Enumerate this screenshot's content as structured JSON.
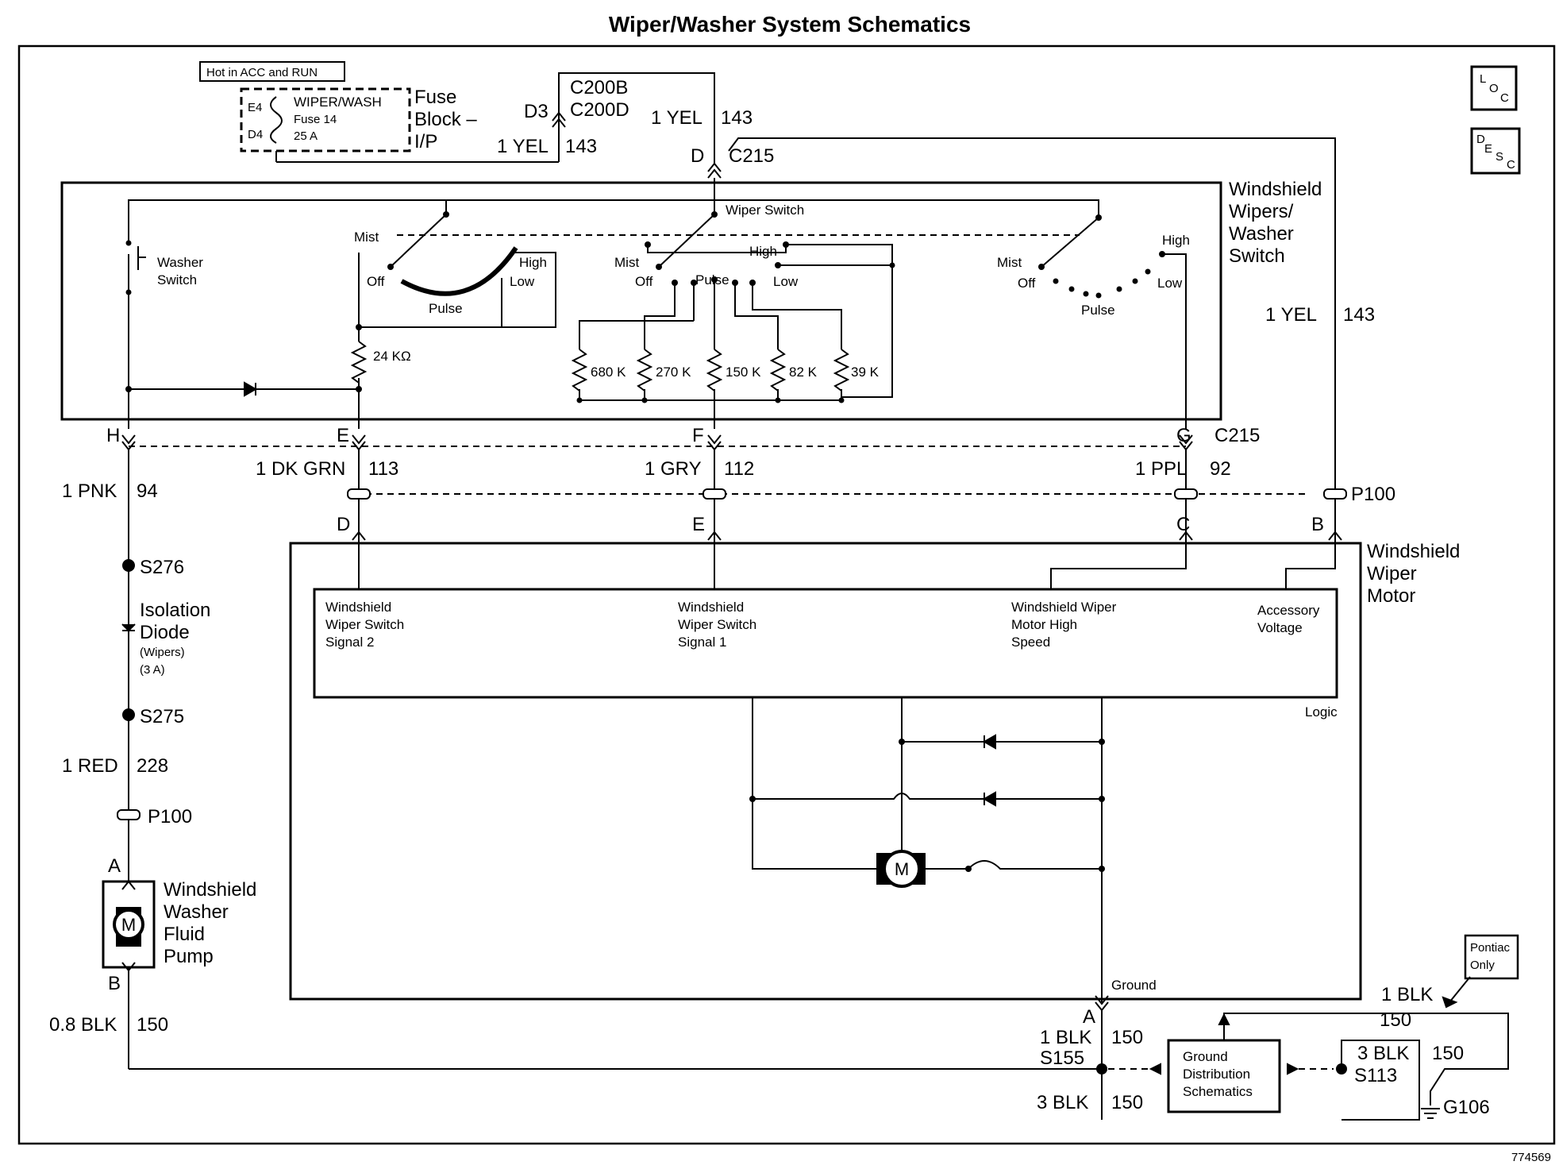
{
  "title": "Wiper/Washer System Schematics",
  "figure_id": "774569",
  "icons": {
    "loc": [
      "L",
      "O",
      "C"
    ],
    "desc": [
      "D",
      "E",
      "S",
      "C"
    ]
  },
  "fuse_block": {
    "hot_label": "Hot in ACC and RUN",
    "pin_e4": "E4",
    "pin_d4": "D4",
    "fuse_name": "WIPER/WASH",
    "fuse_num": "Fuse 14",
    "fuse_amp": "25 A",
    "block_line1": "Fuse",
    "block_line2": "Block –",
    "block_line3": "I/P"
  },
  "c200": {
    "conn1": "C200B",
    "conn2": "C200D",
    "pin_d3": "D3",
    "wire_color_left": "1 YEL",
    "wire_num_left": "143",
    "wire_color_right": "1 YEL",
    "wire_num_right": "143"
  },
  "c215": {
    "pin_d": "D",
    "name": "C215",
    "pin_h": "H",
    "pin_e": "E",
    "pin_f": "F",
    "pin_g": "G",
    "name_g": "C215"
  },
  "switch_assembly": {
    "name1": "Windshield",
    "name2": "Wipers/",
    "name3": "Washer",
    "name4": "Switch",
    "wiper_switch": "Wiper Switch",
    "washer1": "Washer",
    "washer2": "Switch",
    "mist": "Mist",
    "off": "Off",
    "pulse": "Pulse",
    "high": "High",
    "low": "Low",
    "r_24k": "24 KΩ",
    "r_680": "680 K",
    "r_270": "270 K",
    "r_150": "150 K",
    "r_82": "82 K",
    "r_39": "39 K"
  },
  "wires": {
    "w_h_color": "1 PNK",
    "w_h_num": "94",
    "w_e_color": "1 DK GRN",
    "w_e_num": "113",
    "w_f_color": "1 GRY",
    "w_f_num": "112",
    "w_g_color": "1 PPL",
    "w_g_num": "92",
    "w_right_color": "1 YEL",
    "w_right_num": "143",
    "w_red_color": "1 RED",
    "w_red_num": "228",
    "w_pump_color": "0.8 BLK",
    "w_pump_num": "150"
  },
  "p100": {
    "name": "P100",
    "name_left": "P100",
    "pin_d": "D",
    "pin_e": "E",
    "pin_c": "C",
    "pin_b": "B"
  },
  "splices": {
    "s276": "S276",
    "s275": "S275",
    "diode1": "Isolation",
    "diode2": "Diode",
    "diode3": "(Wipers)",
    "diode4": "(3 A)"
  },
  "pump": {
    "pin_a": "A",
    "pin_b": "B",
    "m": "M",
    "name1": "Windshield",
    "name2": "Washer",
    "name3": "Fluid",
    "name4": "Pump"
  },
  "motor": {
    "name1": "Windshield",
    "name2": "Wiper",
    "name3": "Motor",
    "sig2_1": "Windshield",
    "sig2_2": "Wiper Switch",
    "sig2_3": "Signal 2",
    "sig1_1": "Windshield",
    "sig1_2": "Wiper Switch",
    "sig1_3": "Signal 1",
    "hs_1": "Windshield Wiper",
    "hs_2": "Motor High",
    "hs_3": "Speed",
    "acc_1": "Accessory",
    "acc_2": "Voltage",
    "logic": "Logic",
    "ground": "Ground",
    "m": "M"
  },
  "ground": {
    "pin_a": "A",
    "w1_color": "1 BLK",
    "w1_num": "150",
    "s155": "S155",
    "w3_color": "3 BLK",
    "w3_num": "150",
    "gds1": "Ground",
    "gds2": "Distribution",
    "gds3": "Schematics",
    "s113_color": "3 BLK",
    "s113_num": "150",
    "s113": "S113",
    "pont1": "Pontiac",
    "pont2": "Only",
    "pont_color": "1 BLK",
    "pont_num": "150",
    "g106": "G106"
  }
}
